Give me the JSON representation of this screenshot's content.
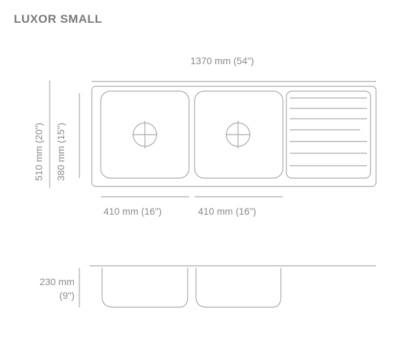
{
  "title": "LUXOR SMALL",
  "dimensions": {
    "overall_width": "1370 mm (54\")",
    "overall_depth": "510 mm (20\")",
    "bowl_depth": "380 mm (15\")",
    "bowl1_width": "410 mm (16\")",
    "bowl2_width": "410 mm (16\")",
    "bowl_height": "230 mm (9\")"
  },
  "colors": {
    "line": "#f3f3f3",
    "background": "#ffffff"
  }
}
